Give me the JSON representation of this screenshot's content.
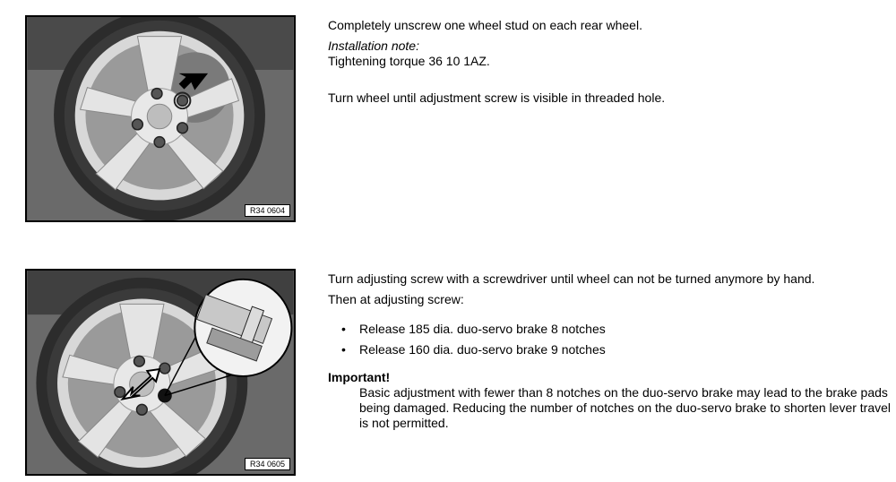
{
  "step1": {
    "figure_label": "R34 0604",
    "instruction": "Completely unscrew one wheel stud on each rear wheel.",
    "installation_note_heading": "Installation note:",
    "installation_note_text": "Tightening torque 36 10 1AZ.",
    "turn_instruction": "Turn wheel until adjustment screw is visible in threaded hole."
  },
  "step2": {
    "figure_label": "R34 0605",
    "instruction": "Turn adjusting screw with a screwdriver until wheel can not be turned anymore by hand.",
    "then_text": "Then at adjusting screw:",
    "bullets": [
      "Release 185 dia. duo-servo brake 8 notches",
      "Release 160 dia. duo-servo brake 9 notches"
    ],
    "important_heading": "Important!",
    "important_text": "Basic adjustment with fewer than 8 notches on the duo-servo brake may lead to the brake pads being damaged. Reducing the number of notches on the duo-servo brake to shorten lever travel is not permitted."
  }
}
